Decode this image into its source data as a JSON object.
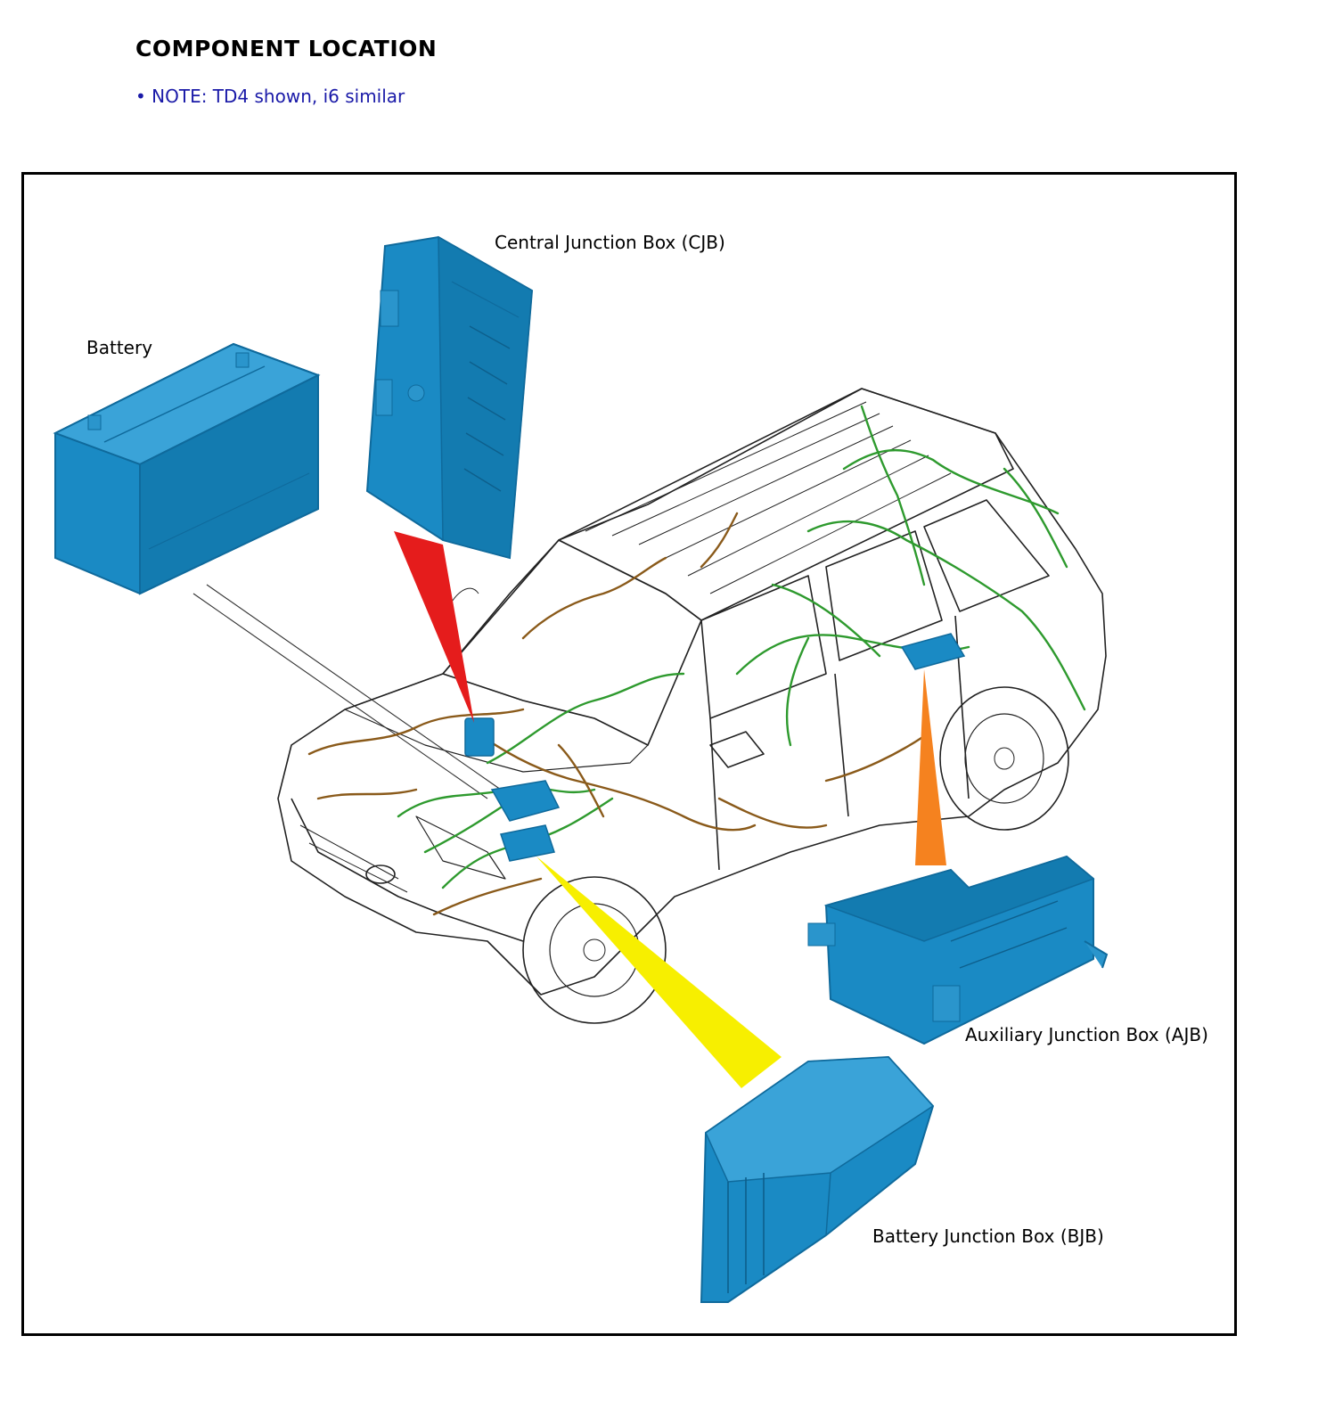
{
  "header": {
    "title": "COMPONENT LOCATION",
    "note": "• NOTE: TD4 shown, i6 similar"
  },
  "components": [
    {
      "label": "Central Junction Box (CJB)"
    },
    {
      "label": "Battery"
    },
    {
      "label": "Auxiliary Junction Box (AJB)"
    },
    {
      "label": "Battery Junction Box (BJB)"
    }
  ],
  "colors": {
    "component_blue": "#1a8ac4",
    "component_blue_dark": "#0f6a9c",
    "harness_green": "#2e9a2e",
    "harness_brown": "#8a5a1a",
    "pointer_red": "#e51c1c",
    "pointer_orange": "#f5821f",
    "pointer_yellow": "#f7ef00",
    "note_blue": "#1a1aa8"
  }
}
